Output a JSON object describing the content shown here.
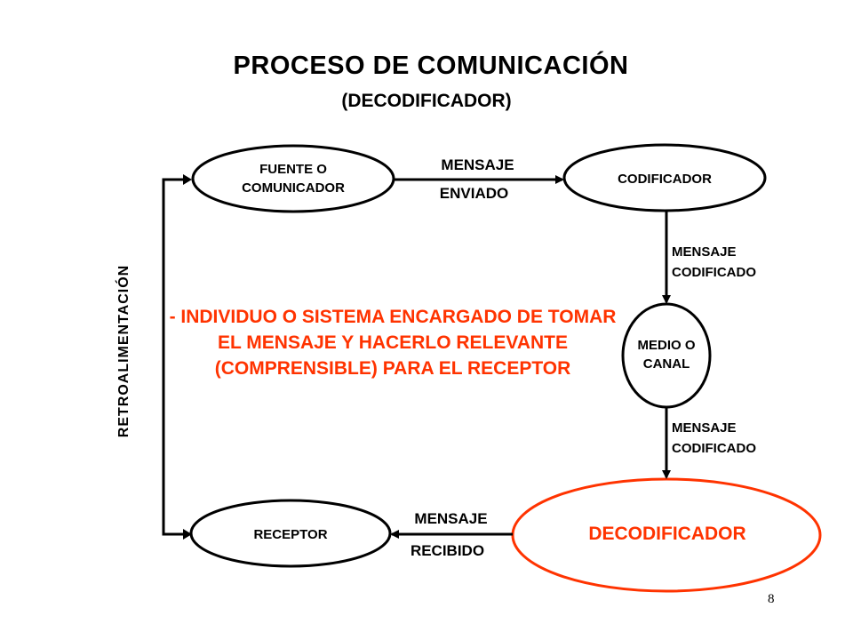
{
  "title": "PROCESO DE COMUNICACIÓN",
  "subtitle": "(DECODIFICADOR)",
  "nodes": {
    "fuente": "FUENTE O COMUNICADOR",
    "codificador": "CODIFICADOR",
    "medio": "MEDIO O CANAL",
    "decodificador": "DECODIFICADOR",
    "receptor": "RECEPTOR"
  },
  "edges": {
    "enviado_top": "MENSAJE",
    "enviado_bottom": "ENVIADO",
    "codificado1_top": "MENSAJE",
    "codificado1_bottom": "CODIFICADO",
    "codificado2_top": "MENSAJE",
    "codificado2_bottom": "CODIFICADO",
    "recibido_top": "MENSAJE",
    "recibido_bottom": "RECIBIDO"
  },
  "feedback": "RETROALIMENTACIÓN",
  "description": "- INDIVIDUO O SISTEMA ENCARGADO DE TOMAR EL MENSAJE Y HACERLO RELEVANTE (COMPRENSIBLE) PARA EL RECEPTOR",
  "page_number": "8",
  "colors": {
    "highlight": "#ff3300",
    "stroke": "#000000"
  }
}
